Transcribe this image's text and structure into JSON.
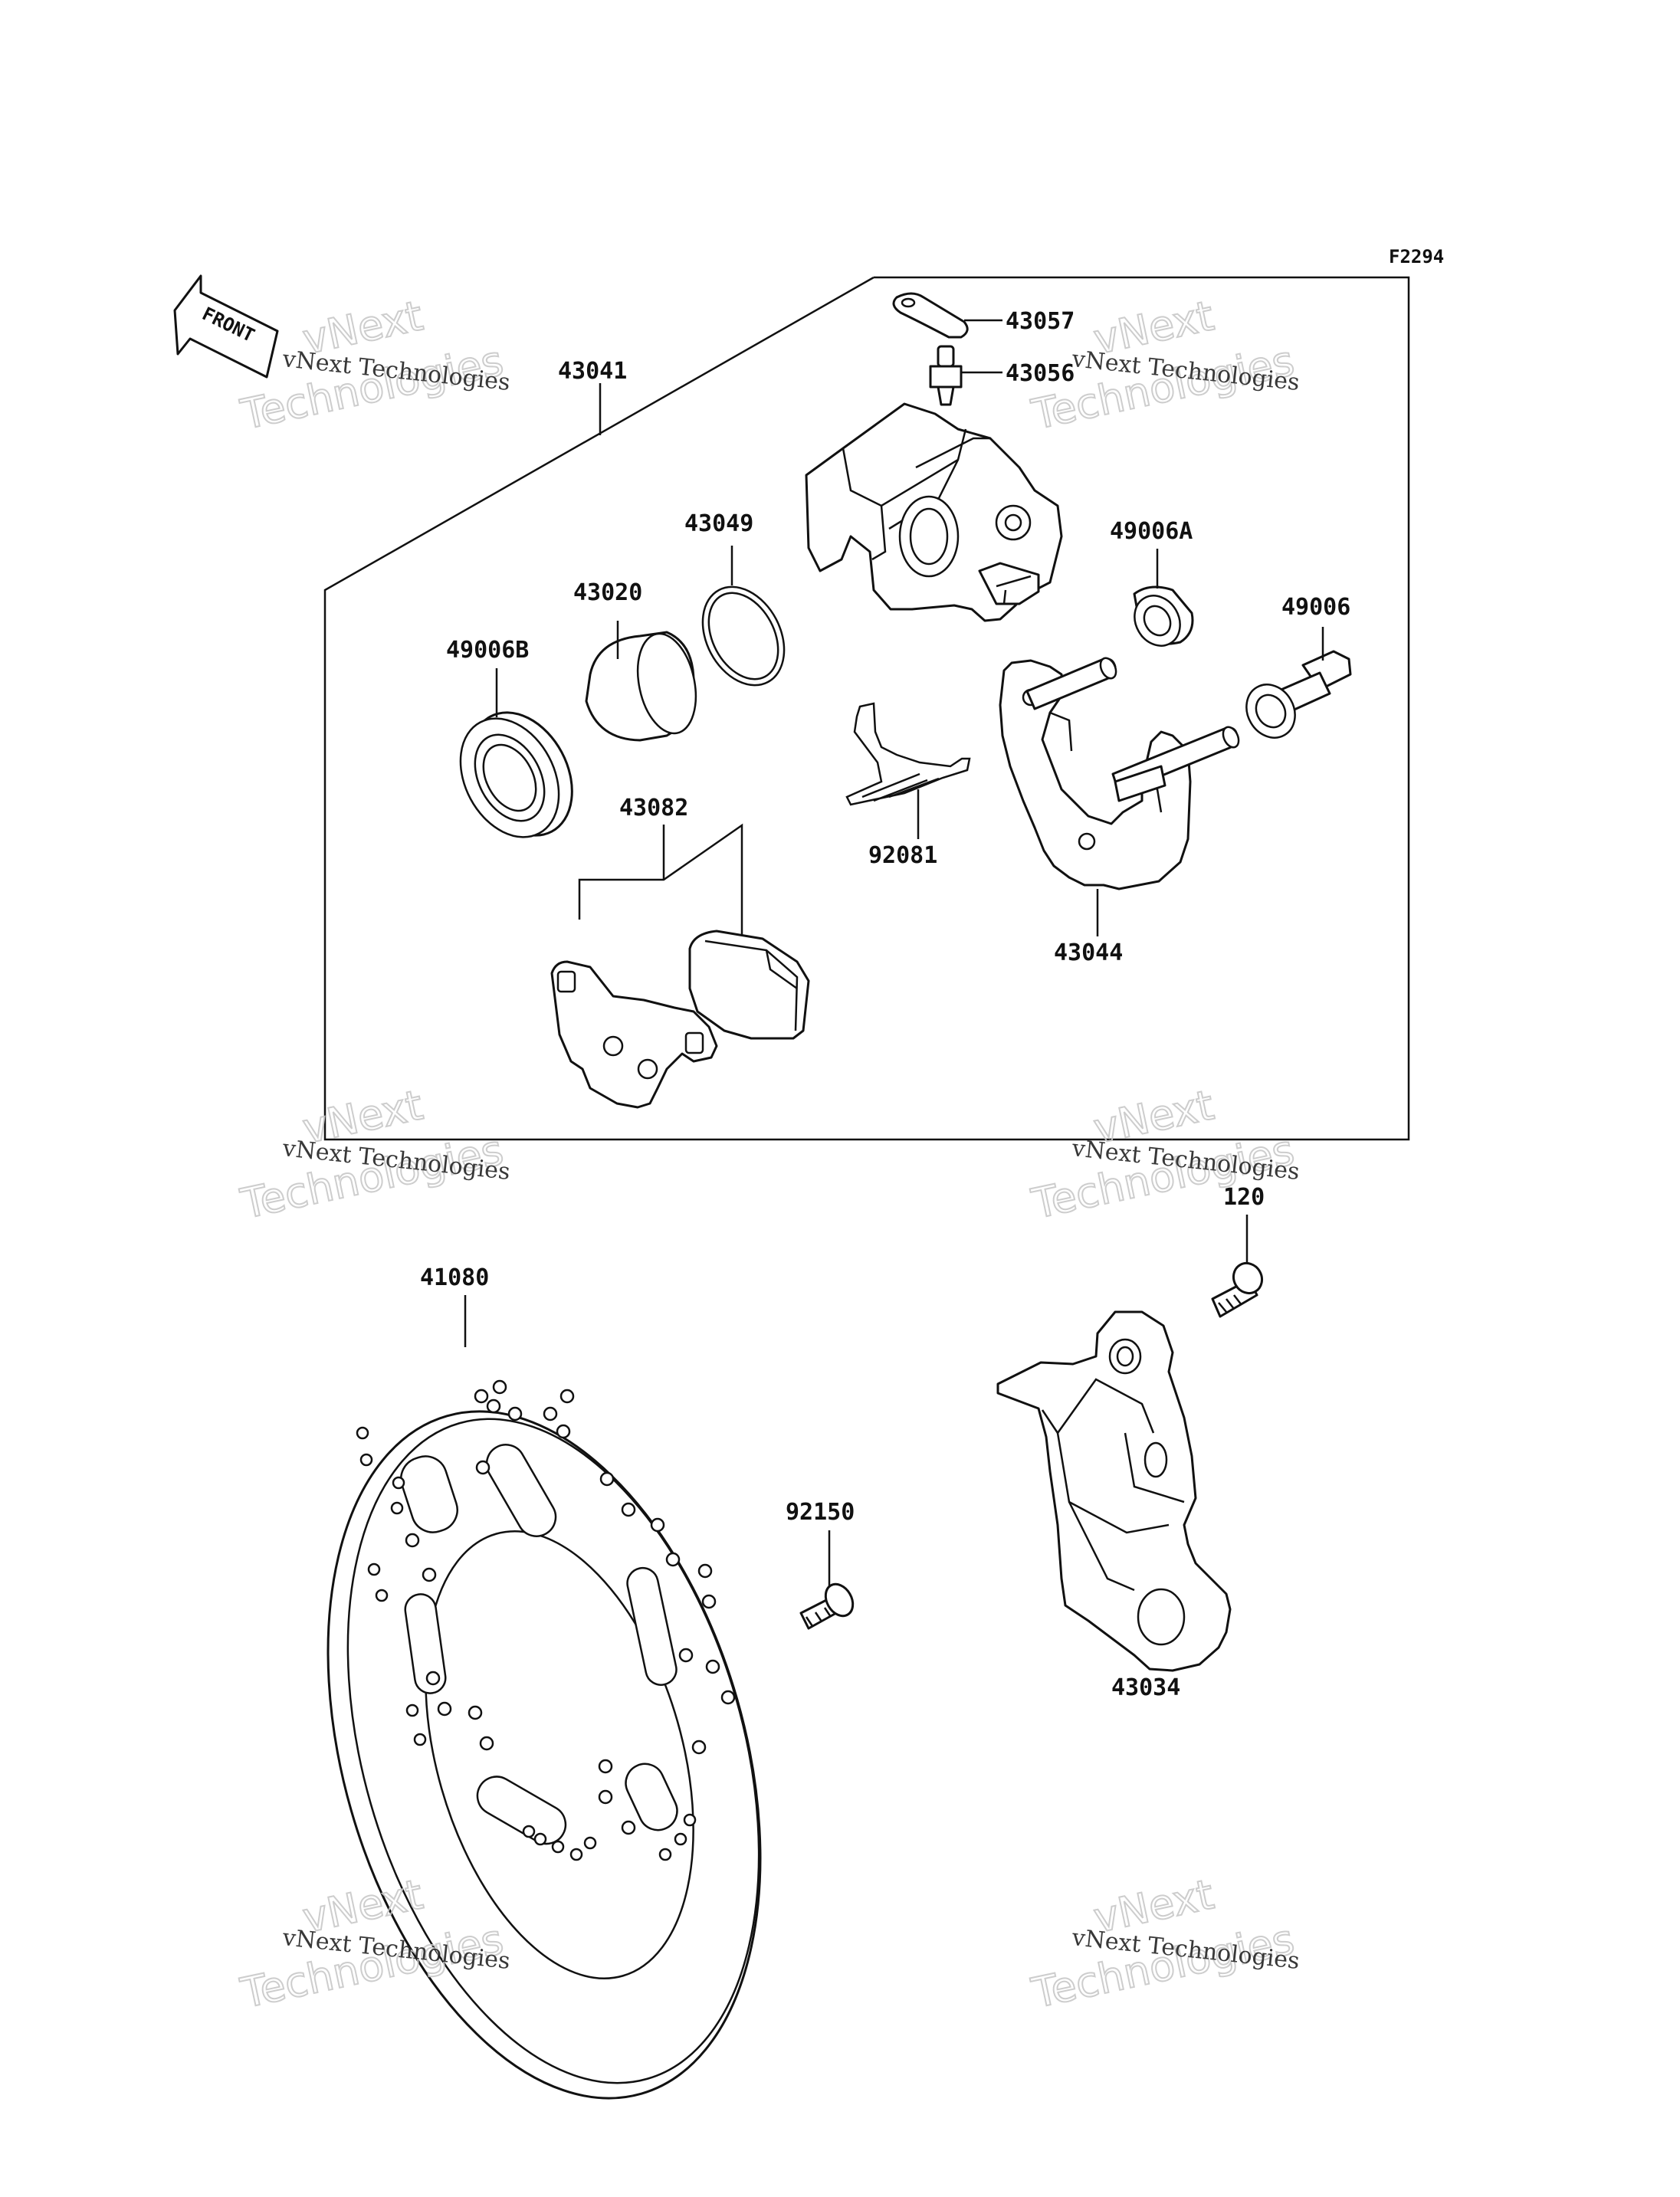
{
  "figure_code": "F2294",
  "front_arrow_text": "FRONT",
  "watermark": {
    "line1": "vNext Technologies",
    "line2_a": "vNext",
    "line2_b": "Technologies"
  },
  "labels": {
    "p43057": "43057",
    "p43056": "43056",
    "p43041": "43041",
    "p43049": "43049",
    "p49006A": "49006A",
    "p43020": "43020",
    "p49006": "49006",
    "p49006B": "49006B",
    "p43082": "43082",
    "p92081": "92081",
    "p43044": "43044",
    "p120": "120",
    "p41080": "41080",
    "p92150": "92150",
    "p43034": "43034"
  }
}
